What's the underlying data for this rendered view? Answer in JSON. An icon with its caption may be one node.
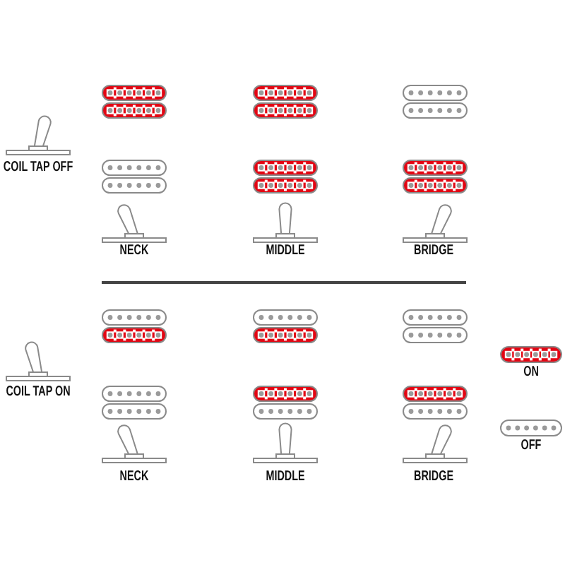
{
  "diagram": {
    "labels": [
      "COIL TAP OFF",
      "NECK",
      "MIDDLE",
      "BRIDGE",
      "COIL TAP ON",
      "NECK",
      "MIDDLE",
      "BRIDGE"
    ],
    "legend": [
      {
        "text": "ON",
        "color": "#e30613"
      },
      {
        "text": "OFF"
      }
    ]
  }
}
